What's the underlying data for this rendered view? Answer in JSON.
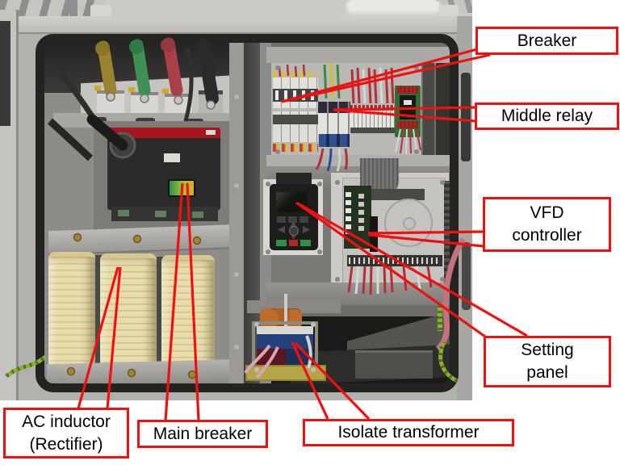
{
  "labels": {
    "breaker": "Breaker",
    "middle_relay": "Middle relay",
    "vfd_controller": "VFD\ncontroller",
    "setting_panel": "Setting\npanel",
    "ac_inductor": "AC inductor\n(Rectifier)",
    "main_breaker": "Main breaker",
    "isolate_transformer": "Isolate transformer"
  },
  "colors": {
    "annotation_red": "#ee1111",
    "label_background": "#ffffff",
    "label_text": "#000000",
    "cabinet_gray": "#b3b1ae",
    "door_seal_black": "#232321",
    "inductor_coil_cream": "#e9dcab",
    "main_breaker_body": "#2b2b2a",
    "main_breaker_stripe": "#a7161f",
    "transformer_copper": "#a85620",
    "pcb_green": "#2d6f35",
    "cable_yellow": "#9a8430",
    "cable_green": "#3f9055",
    "cable_red": "#a84048",
    "ground_wire_green_yellow": "#9aaa2c",
    "pink_cable": "#c4737e"
  }
}
